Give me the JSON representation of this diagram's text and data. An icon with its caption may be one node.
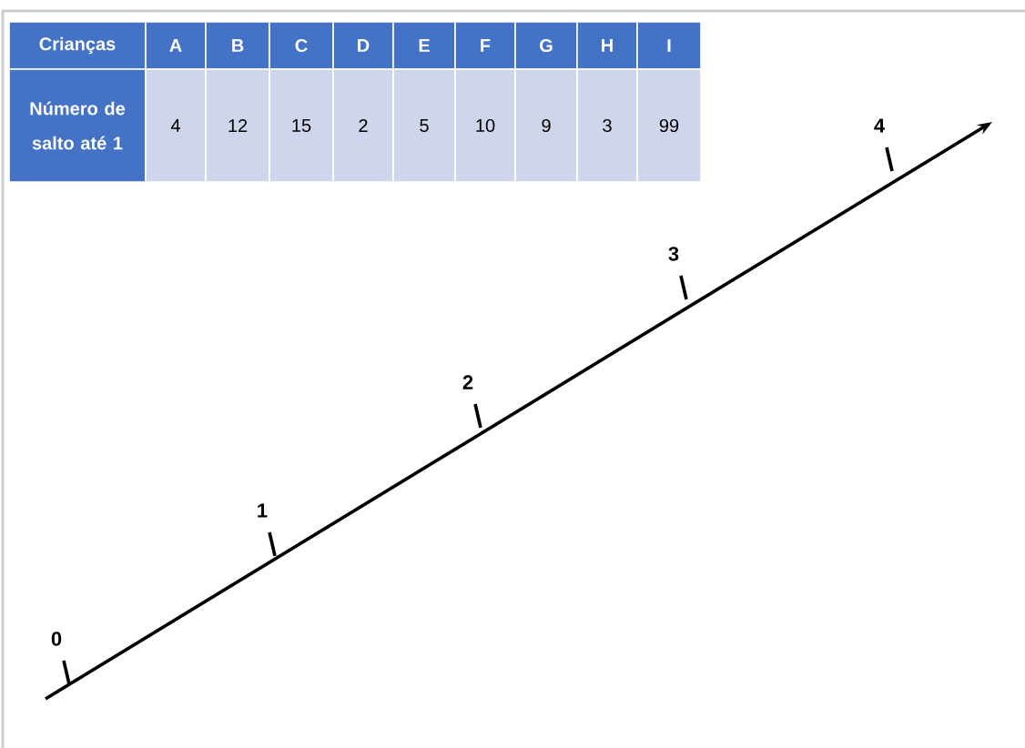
{
  "diagram": {
    "labels": [
      "Crianças",
      "A",
      "B",
      "C",
      "D",
      "E",
      "F",
      "G",
      "H",
      "I",
      "Número de salto até 1",
      "4",
      "12",
      "15",
      "2",
      "5",
      "10",
      "9",
      "3",
      "99",
      "0",
      "1",
      "2",
      "3",
      "4"
    ]
  }
}
